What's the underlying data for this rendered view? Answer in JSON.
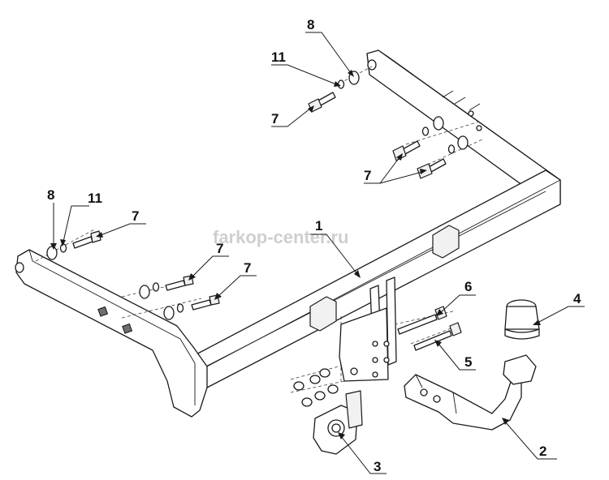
{
  "watermark": "farkop-center.ru",
  "callouts": {
    "c1": "1",
    "c2": "2",
    "c3": "3",
    "c4": "4",
    "c5": "5",
    "c6": "6",
    "c7a": "7",
    "c7b": "7",
    "c7c": "7",
    "c7d": "7",
    "c7e": "7",
    "c8a": "8",
    "c8b": "8",
    "c11a": "11",
    "c11b": "11"
  }
}
